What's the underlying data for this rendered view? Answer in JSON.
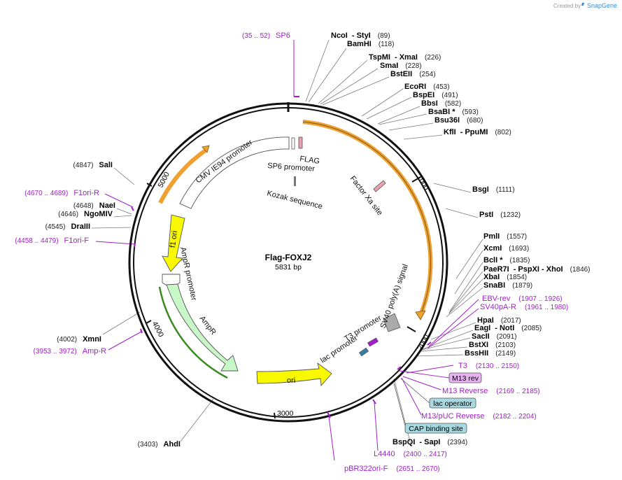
{
  "credit": {
    "prefix": "Created by",
    "brand": "SnapGene"
  },
  "plasmid": {
    "name": "Flag-FOXJ2",
    "size": "5831 bp"
  },
  "ticks": [
    {
      "label": "1000",
      "bp": 1000
    },
    {
      "label": "2000",
      "bp": 2000
    },
    {
      "label": "3000",
      "bp": 3000
    },
    {
      "label": "4000",
      "bp": 4000
    },
    {
      "label": "5000",
      "bp": 5000
    }
  ],
  "features": {
    "cmv": "CMV IE94 promoter",
    "sp6promoter": "SP6 promoter",
    "flag": "FLAG",
    "kozak": "Kozak sequence",
    "factorxa": "Factor Xa site",
    "f1ori": "f1 ori",
    "ampr_promoter": "AmpR promoter",
    "ampr": "AmpR",
    "ori": "ori",
    "sv40": "SV40 poly(A) signal",
    "t3promoter": "T3 promoter",
    "lacpromoter": "lac promoter"
  },
  "right_sites": [
    {
      "name": "NcoI",
      "extra": "-  StyI",
      "pos": "(89)"
    },
    {
      "name": "BamHI",
      "extra": "",
      "pos": "(118)"
    },
    {
      "name": "TspMI",
      "extra": "-  XmaI",
      "pos": "(226)"
    },
    {
      "name": "SmaI",
      "extra": "",
      "pos": "(228)"
    },
    {
      "name": "BstEII",
      "extra": "",
      "pos": "(254)"
    },
    {
      "name": "EcoRI",
      "extra": "",
      "pos": "(453)"
    },
    {
      "name": "BspEI",
      "extra": "",
      "pos": "(491)"
    },
    {
      "name": "BbsI",
      "extra": "",
      "pos": "(582)"
    },
    {
      "name": "BsaBI *",
      "extra": "",
      "pos": "(593)"
    },
    {
      "name": "Bsu36I",
      "extra": "",
      "pos": "(680)"
    },
    {
      "name": "KflI",
      "extra": "-  PpuMI",
      "pos": "(802)"
    },
    {
      "name": "BsgI",
      "extra": "",
      "pos": "(1111)"
    },
    {
      "name": "PstI",
      "extra": "",
      "pos": "(1232)"
    },
    {
      "name": "PmlI",
      "extra": "",
      "pos": "(1557)"
    },
    {
      "name": "XcmI",
      "extra": "",
      "pos": "(1693)"
    },
    {
      "name": "BclI *",
      "extra": "",
      "pos": "(1835)"
    },
    {
      "name": "PaeR7I",
      "extra": "-  PspXI  -  XhoI",
      "pos": "(1846)"
    },
    {
      "name": "XbaI",
      "extra": "",
      "pos": "(1854)"
    },
    {
      "name": "SnaBI",
      "extra": "",
      "pos": "(1879)"
    },
    {
      "name": "HpaI",
      "extra": "",
      "pos": "(2017)"
    },
    {
      "name": "EagI",
      "extra": "-  NotI",
      "pos": "(2085)"
    },
    {
      "name": "SacII",
      "extra": "",
      "pos": "(2091)"
    },
    {
      "name": "BstXI",
      "extra": "",
      "pos": "(2103)"
    },
    {
      "name": "BssHII",
      "extra": "",
      "pos": "(2149)"
    },
    {
      "name": "BspQI",
      "extra": "-  SapI",
      "pos": "(2394)"
    }
  ],
  "left_sites": [
    {
      "name": "SalI",
      "pos": "(4847)"
    },
    {
      "name": "NaeI",
      "pos": "(4648)"
    },
    {
      "name": "NgoMIV",
      "pos": "(4646)"
    },
    {
      "name": "DraIII",
      "pos": "(4545)"
    },
    {
      "name": "XmnI",
      "pos": "(4002)"
    },
    {
      "name": "AhdI",
      "pos": "(3403)"
    }
  ],
  "primers": [
    {
      "name": "SP6",
      "range": "(35 .. 52)"
    },
    {
      "name": "F1ori-R",
      "range": "(4670 .. 4689)"
    },
    {
      "name": "F1ori-F",
      "range": "(4458 .. 4479)"
    },
    {
      "name": "Amp-R",
      "range": "(3953 .. 3972)"
    },
    {
      "name": "EBV-rev",
      "range": "(1907 .. 1926)"
    },
    {
      "name": "SV40pA-R",
      "range": "(1961 .. 1980)"
    },
    {
      "name": "T3",
      "range": "(2130 .. 2150)"
    },
    {
      "name": "M13 Reverse",
      "range": "(2169 .. 2185)"
    },
    {
      "name": "M13/pUC Reverse",
      "range": "(2182 .. 2204)"
    },
    {
      "name": "L4440",
      "range": "(2400 .. 2417)"
    },
    {
      "name": "pBR322ori-F",
      "range": "(2651 .. 2670)"
    }
  ],
  "boxes": {
    "m13rev": "M13 rev",
    "lacop": "lac operator",
    "cap": "CAP binding site"
  },
  "colors": {
    "primer": "#a020c8",
    "orange": "#f0a030",
    "yellow": "#f8f800",
    "green": "#c8f8c8",
    "teal": "#a8d8e0"
  }
}
